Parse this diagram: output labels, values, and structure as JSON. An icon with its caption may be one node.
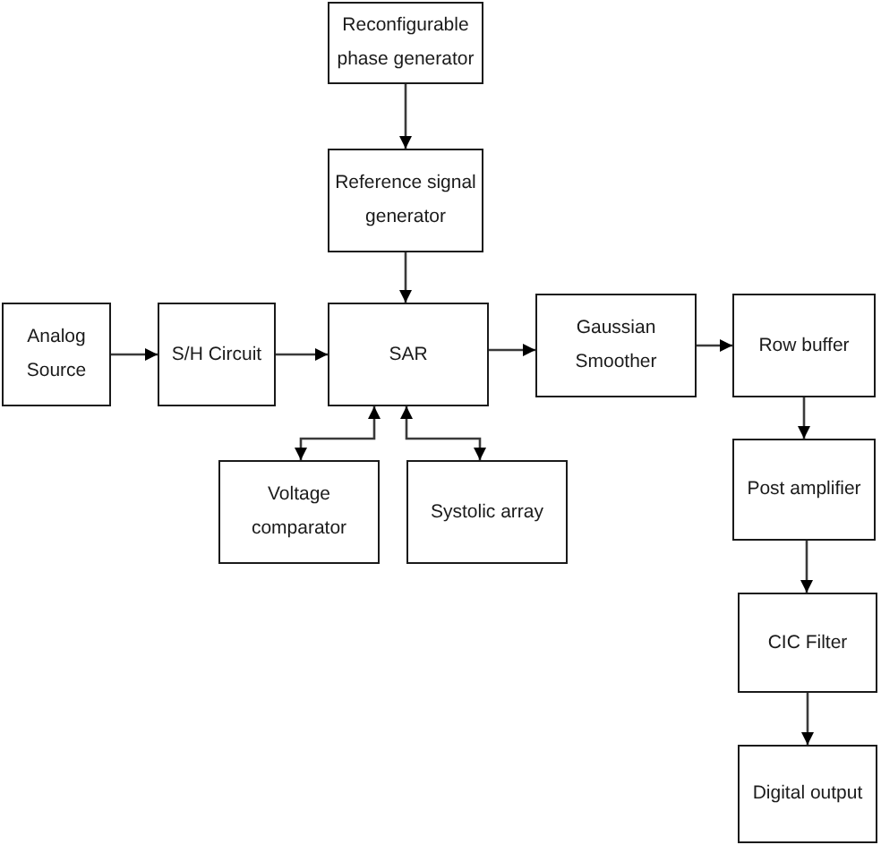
{
  "diagram": {
    "nodes": [
      {
        "text": [
          "Reconfigurable phase generator"
        ]
      },
      {
        "text": [
          "Reference signal generator"
        ]
      },
      {
        "text": [
          "Analog Source"
        ]
      },
      {
        "text": [
          "S/H Circuit"
        ]
      },
      {
        "text": [
          "SAR"
        ]
      },
      {
        "text": [
          "Gaussian Smoother"
        ]
      },
      {
        "text": [
          "Row buffer"
        ]
      },
      {
        "text": [
          "Post amplifier"
        ]
      },
      {
        "text": [
          "Voltage comparator"
        ]
      },
      {
        "text": [
          "Systolic array"
        ]
      },
      {
        "text": [
          "CIC Filter"
        ]
      },
      {
        "text": [
          "Digital output"
        ]
      }
    ],
    "edges": [
      {
        "from": 0,
        "to": 1,
        "arrow": "to"
      },
      {
        "from": 1,
        "to": 4,
        "arrow": "to"
      },
      {
        "from": 2,
        "to": 3,
        "arrow": "to"
      },
      {
        "from": 3,
        "to": 4,
        "arrow": "to"
      },
      {
        "from": 4,
        "to": 5,
        "arrow": "to"
      },
      {
        "from": 5,
        "to": 6,
        "arrow": "to"
      },
      {
        "from": 6,
        "to": 7,
        "arrow": "to"
      },
      {
        "from": 7,
        "to": 10,
        "arrow": "to"
      },
      {
        "from": 10,
        "to": 11,
        "arrow": "to"
      },
      {
        "from": 4,
        "to": 8,
        "arrow": "both"
      },
      {
        "from": 4,
        "to": 9,
        "arrow": "both"
      }
    ]
  }
}
